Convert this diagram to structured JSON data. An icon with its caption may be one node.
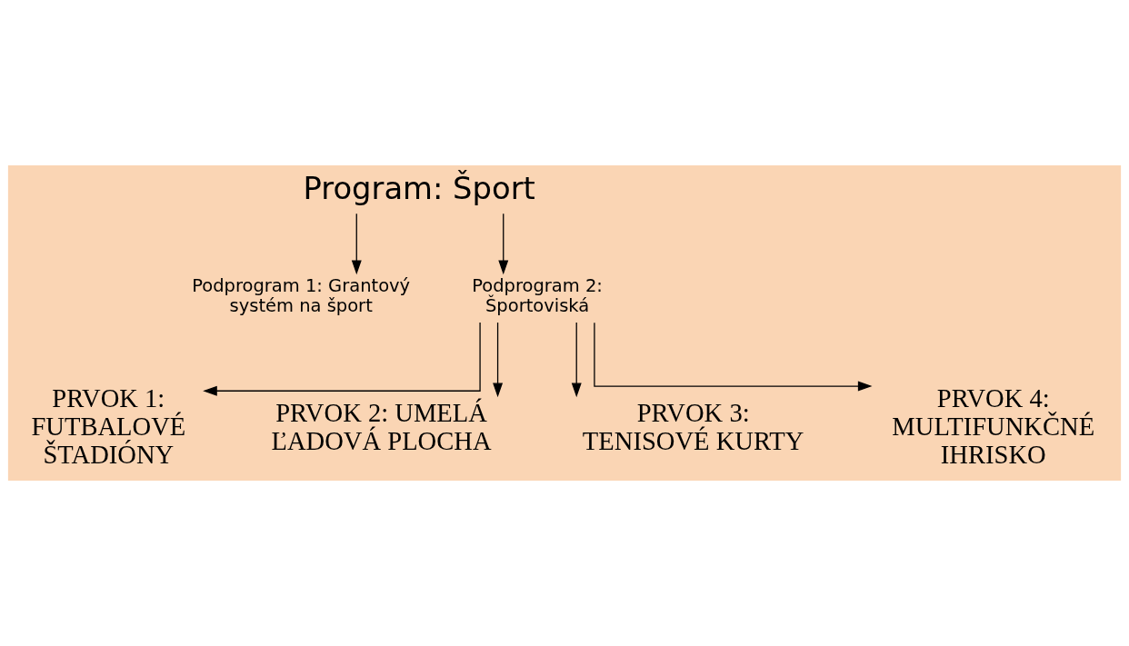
{
  "diagram": {
    "nodes": [
      {
        "text": [
          "Program: Šport"
        ]
      },
      {
        "text": [
          "Podprogram 1: Grantový systém na šport"
        ]
      },
      {
        "text": [
          "Podprogram 2: Športoviská"
        ]
      },
      {
        "text": [
          "PRVOK 1: FUTBALOVÉ ŠTADIÓNY"
        ]
      },
      {
        "text": [
          "PRVOK 2: UMELÁ ĽADOVÁ PLOCHA"
        ]
      },
      {
        "text": [
          "PRVOK 3: TENISOVÉ KURTY"
        ]
      },
      {
        "text": [
          "PRVOK 4: MULTIFUNKČNÉ IHRISKO"
        ]
      }
    ],
    "edges": [
      {
        "from": 0,
        "to": 1,
        "arrow": "to"
      },
      {
        "from": 0,
        "to": 2,
        "arrow": "to"
      },
      {
        "from": 2,
        "to": 3,
        "arrow": "to"
      },
      {
        "from": 2,
        "to": 4,
        "arrow": "to"
      },
      {
        "from": 2,
        "to": 5,
        "arrow": "to"
      },
      {
        "from": 2,
        "to": 6,
        "arrow": "to"
      }
    ]
  }
}
